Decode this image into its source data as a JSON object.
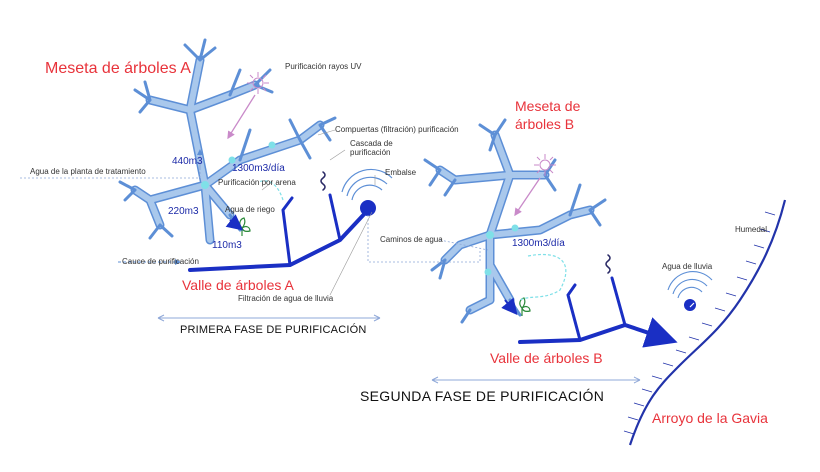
{
  "labels": {
    "meseta_a": "Meseta de árboles A",
    "meseta_b_line1": "Meseta de",
    "meseta_b_line2": "árboles B",
    "uv": "Purificación rayos UV",
    "compuertas": "Compuertas (filtración) purificación",
    "cascada_line1": "Cascada de",
    "cascada_line2": "purificación",
    "embalse": "Embalse",
    "agua_planta": "Agua de la planta de tratamiento",
    "flow_440": "440m3",
    "flow_1300_a": "1300m3/día",
    "purif_arena": "Purificación por arena",
    "agua_riego": "Agua de riego",
    "flow_220": "220m3",
    "flow_110": "110m3",
    "cauce": "Cauce de purificación",
    "valle_a": "Valle de árboles A",
    "filtracion_lluvia": "Filtración de agua de lluvia",
    "primera_fase": "PRIMERA FASE DE PURIFICACIÓN",
    "caminos_agua": "Caminos de agua",
    "flow_1300_b": "1300m3/día",
    "agua_lluvia": "Agua de lluvia",
    "humedal": "Humedal",
    "valle_b": "Valle de árboles B",
    "segunda_fase": "SEGUNDA FASE DE PURIFICACIÓN",
    "arroyo": "Arroyo de la Gavia"
  },
  "colors": {
    "tree_fill": "#a9c8ec",
    "tree_edge": "#5d8fd6",
    "channel": "#1a2fc4",
    "annotation_red": "#e8333b",
    "uv_pink": "#c98ac9",
    "node_cyan": "#7fe0e8",
    "stream": "#2233aa",
    "guide_line": "#8fa8d8"
  },
  "icons": [
    "sun-icon",
    "water-ripple-icon",
    "plant-icon",
    "arrow-icon"
  ]
}
